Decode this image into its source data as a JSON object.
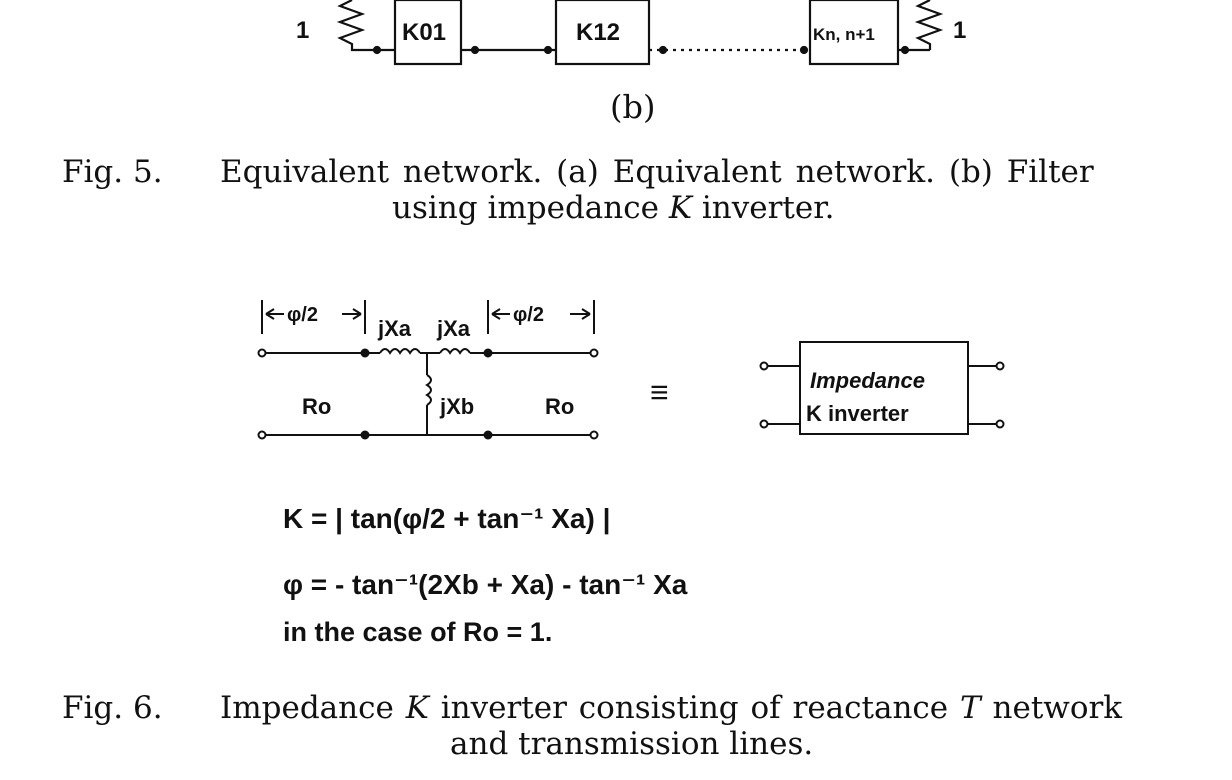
{
  "fig5": {
    "sub_label": "(b)",
    "resistor_left": "1",
    "resistor_right": "1",
    "inverters": [
      "K01",
      "K12",
      "Kn, n+1"
    ],
    "caption_num": "Fig. 5.",
    "caption_line1": "Equivalent network. (a) Equivalent network. (b) Filter",
    "caption_line2_pre": "using impedance ",
    "caption_line2_var": "K",
    "caption_line2_post": " inverter."
  },
  "fig6": {
    "phi_half_left": "φ/2",
    "phi_half_right": "φ/2",
    "jxa_left": "jXa",
    "jxa_right": "jXa",
    "jxb": "jXb",
    "ro_left": "Ro",
    "ro_right": "Ro",
    "equiv_symbol": "≡",
    "box_line1": "Impedance",
    "box_line2": "K inverter",
    "eq1": "K = | tan(φ/2 + tan⁻¹ Xa) |",
    "eq2": "φ = - tan⁻¹(2Xb + Xa) - tan⁻¹ Xa",
    "eq3": "in the case of  Ro = 1.",
    "caption_num": "Fig. 6.",
    "caption_line1_pre": "Impedance ",
    "caption_line1_var1": "K",
    "caption_line1_mid": " inverter consisting of reactance ",
    "caption_line1_var2": "T",
    "caption_line1_post": " network",
    "caption_line2": "and transmission lines."
  }
}
